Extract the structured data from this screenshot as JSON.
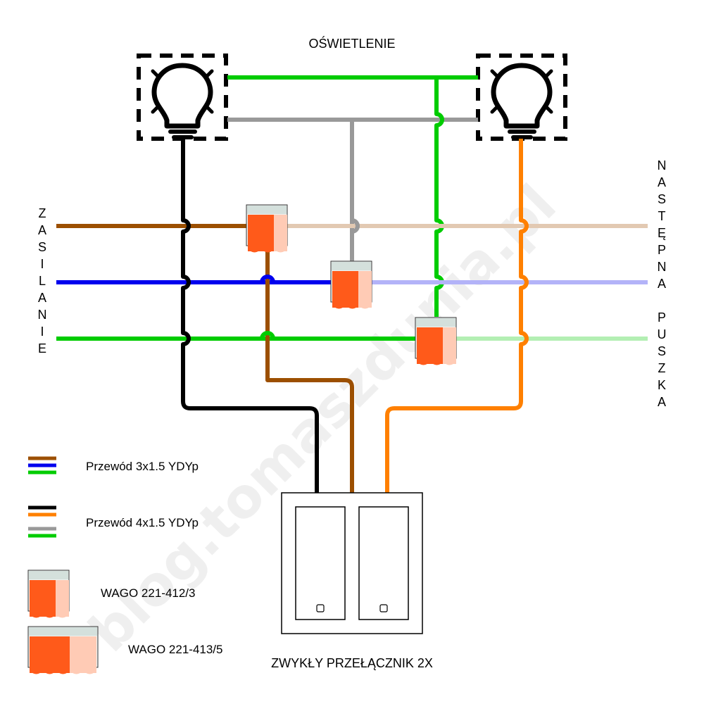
{
  "title": "OŚWIETLENIE",
  "left_label": "ZASILANIE",
  "right_label_1": "NASTĘPNA",
  "right_label_2": "PUSZKA",
  "switch_label": "ZWYKŁY PRZEŁĄCZNIK 2X",
  "watermark": "blog.tomaszdunia.pl",
  "colors": {
    "brown": "#9c4f00",
    "blue": "#0000ee",
    "green": "#00cc00",
    "black": "#000000",
    "orange": "#ff8000",
    "gray": "#999999",
    "brown_faded": "#e2c9b2",
    "blue_faded": "#b3b3f8",
    "green_faded": "#b3efb3",
    "wago_orange": "#ff5a1a",
    "wago_faded": "#ffcbb5"
  },
  "legend": [
    {
      "label": "Przewód 3x1.5 YDYp",
      "wires": [
        "brown",
        "blue",
        "green"
      ]
    },
    {
      "label": "Przewód 4x1.5 YDYp",
      "wires": [
        "black",
        "orange",
        "gray",
        "green"
      ]
    },
    {
      "label": "WAGO 221-412/3",
      "icon": "wago-3-connector-icon"
    },
    {
      "label": "WAGO 221-413/5",
      "icon": "wago-5-connector-icon"
    }
  ],
  "components": {
    "lamps": [
      "lightbulb-icon",
      "lightbulb-icon"
    ],
    "connectors": [
      "wago-3-connector",
      "wago-3-connector",
      "wago-3-connector"
    ],
    "switch": "double-light-switch"
  }
}
